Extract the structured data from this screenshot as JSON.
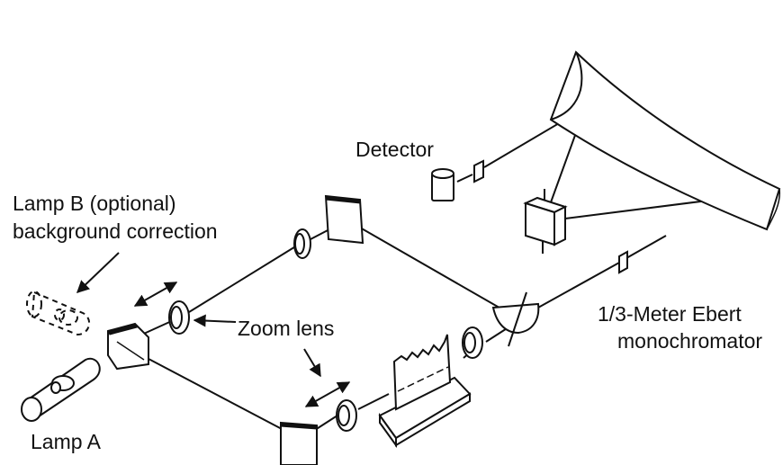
{
  "labels": {
    "detector": "Detector",
    "lamp_b_line1": "Lamp B (optional)",
    "lamp_b_line2": "background correction",
    "zoom_lens": "Zoom lens",
    "lamp_a": "Lamp A",
    "mono_line1": "1/3-Meter Ebert",
    "mono_line2": "monochromator"
  }
}
